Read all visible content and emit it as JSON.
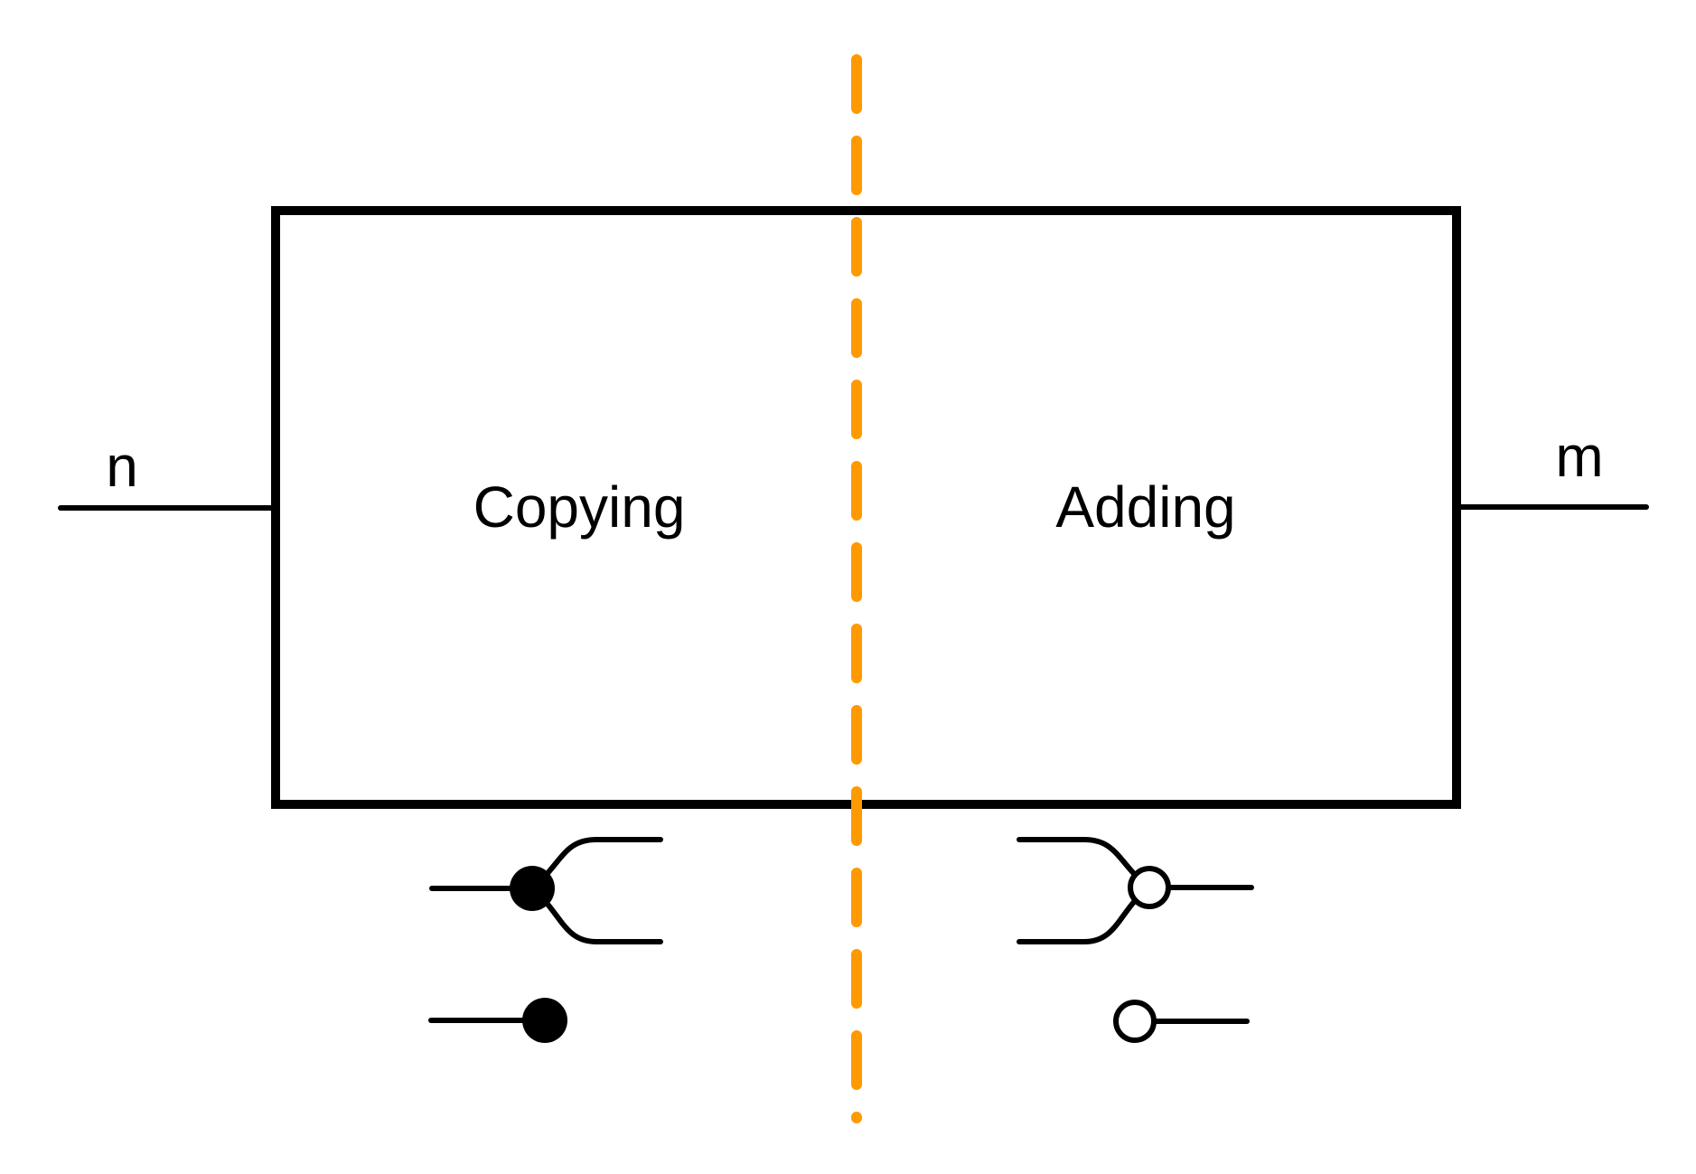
{
  "diagram": {
    "box": {
      "left_label": "Copying",
      "right_label": "Adding"
    },
    "ports": {
      "input_label": "n",
      "output_label": "m"
    },
    "divider": {
      "style": "dashed",
      "color": "#FF9900"
    },
    "colors": {
      "stroke": "#000000",
      "background": "#FFFFFF"
    },
    "icons": {
      "copy": "black-dot-fork-icon",
      "delete": "black-dot-terminator-icon",
      "add": "white-dot-merge-icon",
      "zero": "white-dot-terminator-icon"
    }
  }
}
